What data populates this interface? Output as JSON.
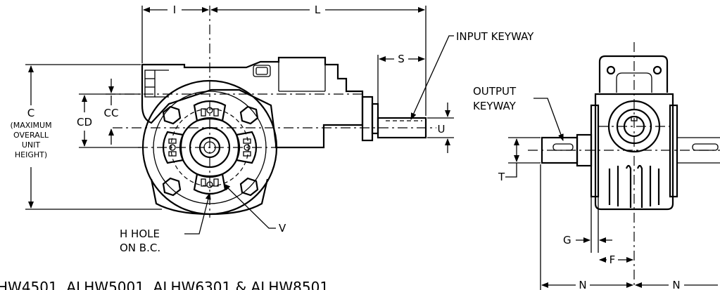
{
  "labels": {
    "dim_i": "I",
    "dim_l": "L",
    "dim_s": "S",
    "input_keyway": "INPUT KEYWAY",
    "dim_c": "C",
    "c_note_1": "(MAXIMUM",
    "c_note_2": "OVERALL",
    "c_note_3": "UNIT",
    "c_note_4": "HEIGHT)",
    "dim_cd": "CD",
    "dim_cc": "CC",
    "dim_u": "U",
    "h_hole_1": "H HOLE",
    "h_hole_2": "ON B.C.",
    "dim_v": "V",
    "output_keyway_1": "OUTPUT",
    "output_keyway_2": "KEYWAY",
    "dim_t": "T",
    "dim_g": "G",
    "dim_f": "F",
    "dim_n_left": "N",
    "dim_n_right": "N"
  },
  "caption": "HW4501, ALHW5001, ALHW6301 & ALHW8501"
}
